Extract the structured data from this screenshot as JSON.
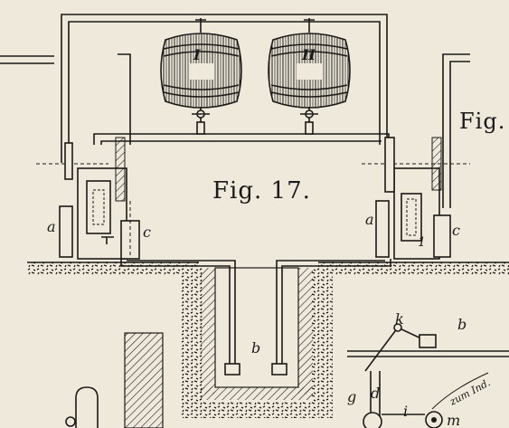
{
  "figure_title": "Fig. 17.",
  "figure_title_right": "Fig.",
  "barrels": {
    "left": "I",
    "right": "II"
  },
  "labels": {
    "a_left": "a",
    "c_left": "c",
    "a_right": "a",
    "c_right": "c",
    "b_pit": "b",
    "k": "k",
    "b_lower": "b",
    "d": "d",
    "g": "g",
    "i": "i",
    "m": "m",
    "one": "1",
    "script": "zum Ind."
  },
  "colors": {
    "paper": "#efe9dc",
    "ink": "#1b1a18"
  }
}
